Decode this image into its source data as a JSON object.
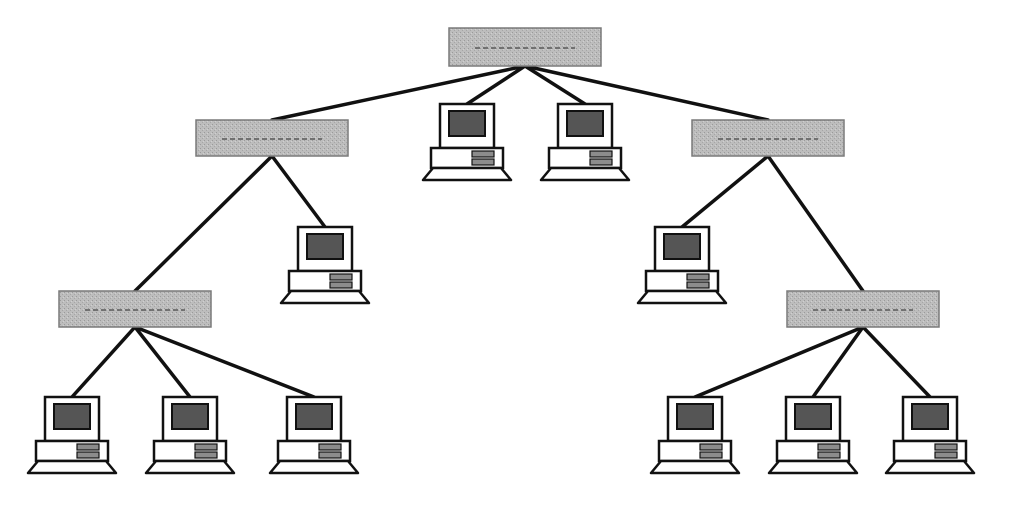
{
  "diagram": {
    "type": "tree-network-topology",
    "colors": {
      "background": "#ffffff",
      "line": "#111111",
      "hub_fill": "#b9b9b9",
      "hub_dash": "#5a5a5a",
      "screen": "#555555",
      "drive": "#8c8c8c"
    },
    "icons": {
      "hub": "network-hub-icon",
      "computer": "computer-terminal-icon"
    },
    "tree": {
      "id": "hub-root",
      "kind": "hub",
      "children": [
        {
          "id": "hub-left",
          "kind": "hub",
          "children": [
            {
              "id": "hub-left-bottom",
              "kind": "hub",
              "children": [
                {
                  "id": "pc-ll-1",
                  "kind": "computer"
                },
                {
                  "id": "pc-ll-2",
                  "kind": "computer"
                },
                {
                  "id": "pc-ll-3",
                  "kind": "computer"
                }
              ]
            },
            {
              "id": "pc-left-1",
              "kind": "computer"
            }
          ]
        },
        {
          "id": "pc-root-1",
          "kind": "computer"
        },
        {
          "id": "pc-root-2",
          "kind": "computer"
        },
        {
          "id": "hub-right",
          "kind": "hub",
          "children": [
            {
              "id": "pc-right-1",
              "kind": "computer"
            },
            {
              "id": "hub-right-bottom",
              "kind": "hub",
              "children": [
                {
                  "id": "pc-rr-1",
                  "kind": "computer"
                },
                {
                  "id": "pc-rr-2",
                  "kind": "computer"
                },
                {
                  "id": "pc-rr-3",
                  "kind": "computer"
                }
              ]
            }
          ]
        }
      ]
    }
  }
}
